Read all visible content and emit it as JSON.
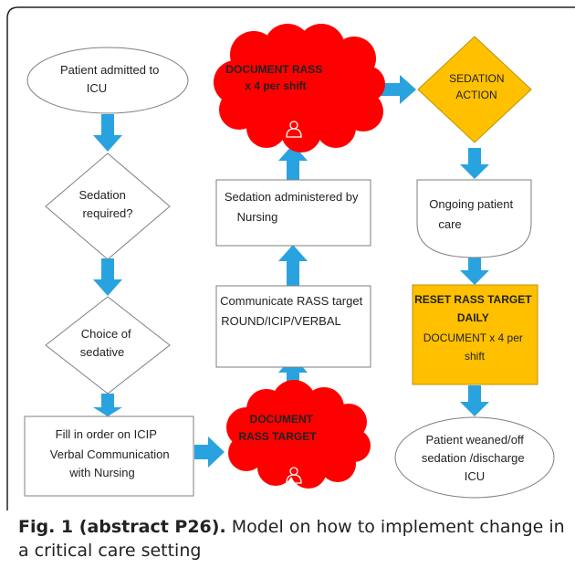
{
  "nodes": {
    "patient_admitted": [
      "Patient admitted to",
      "ICU"
    ],
    "sedation_required": [
      "Sedation",
      "required?"
    ],
    "choice_sedative": [
      "Choice of",
      "sedative"
    ],
    "fill_in_order": [
      "Fill in order on ICIP",
      "Verbal Communication",
      "with Nursing"
    ],
    "document_rass_target": [
      "DOCUMENT",
      "RASS TARGET"
    ],
    "communicate_rass": [
      "Communicate RASS target",
      "ROUND/ICIP/VERBAL"
    ],
    "sedation_administered": [
      "Sedation administered by",
      "Nursing"
    ],
    "document_rass_x4": [
      "DOCUMENT RASS",
      "x 4 per shift"
    ],
    "sedation_action": [
      "SEDATION",
      "ACTION"
    ],
    "ongoing_care": [
      "Ongoing patient",
      "care"
    ],
    "reset_rass": [
      "RESET RASS TARGET",
      "DAILY",
      "DOCUMENT x 4 per",
      "shift"
    ],
    "patient_weaned": [
      "Patient weaned/off",
      "sedation /discharge",
      "ICU"
    ]
  },
  "caption": {
    "label": "Fig. 1 (abstract P26).",
    "text": " Model on how to implement change in a critical care setting"
  },
  "colors": {
    "arrow": "#29a3df",
    "cloud": "#ff0000",
    "gold": "#ffc000",
    "box_border": "#7f7f7f"
  },
  "icons": {
    "person_icon": "person-outline-icon"
  }
}
